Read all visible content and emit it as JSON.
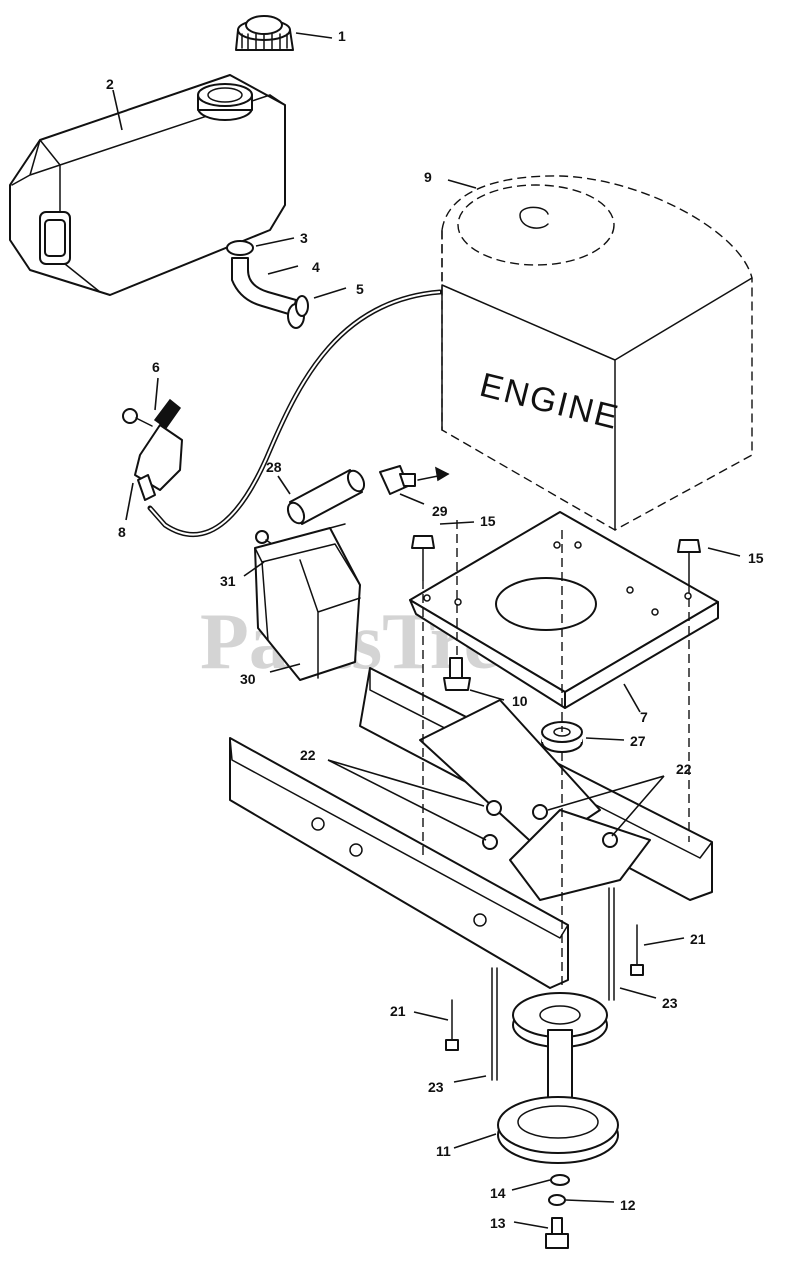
{
  "diagram": {
    "engine_label": "ENGINE",
    "watermark": "PartsTree",
    "watermark_tm": "TM"
  },
  "callouts": [
    {
      "id": "c1",
      "text": "1"
    },
    {
      "id": "c2",
      "text": "2"
    },
    {
      "id": "c3",
      "text": "3"
    },
    {
      "id": "c4",
      "text": "4"
    },
    {
      "id": "c5",
      "text": "5"
    },
    {
      "id": "c6",
      "text": "6"
    },
    {
      "id": "c8",
      "text": "8"
    },
    {
      "id": "c9",
      "text": "9"
    },
    {
      "id": "c28",
      "text": "28"
    },
    {
      "id": "c29",
      "text": "29"
    },
    {
      "id": "c15a",
      "text": "15"
    },
    {
      "id": "c15b",
      "text": "15"
    },
    {
      "id": "c31",
      "text": "31"
    },
    {
      "id": "c30",
      "text": "30"
    },
    {
      "id": "c10",
      "text": "10"
    },
    {
      "id": "c7",
      "text": "7"
    },
    {
      "id": "c27",
      "text": "27"
    },
    {
      "id": "c22a",
      "text": "22"
    },
    {
      "id": "c22b",
      "text": "22"
    },
    {
      "id": "c21a",
      "text": "21"
    },
    {
      "id": "c21b",
      "text": "21"
    },
    {
      "id": "c23a",
      "text": "23"
    },
    {
      "id": "c23b",
      "text": "23"
    },
    {
      "id": "c11",
      "text": "11"
    },
    {
      "id": "c14",
      "text": "14"
    },
    {
      "id": "c12",
      "text": "12"
    },
    {
      "id": "c13",
      "text": "13"
    }
  ]
}
